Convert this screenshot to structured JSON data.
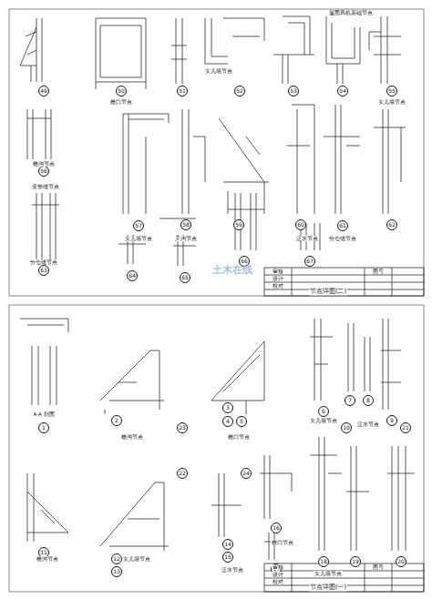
{
  "diagram": {
    "nodes": [
      {
        "text": [
          "49"
        ]
      },
      {
        "text": [
          "50"
        ]
      },
      {
        "text": [
          "51"
        ]
      },
      {
        "text": [
          "52"
        ]
      },
      {
        "text": [
          "53"
        ]
      },
      {
        "text": [
          "54"
        ]
      },
      {
        "text": [
          "55"
        ]
      },
      {
        "text": [
          "56"
        ]
      },
      {
        "text": [
          "57"
        ]
      },
      {
        "text": [
          "58"
        ]
      },
      {
        "text": [
          "59"
        ]
      },
      {
        "text": [
          "60"
        ]
      },
      {
        "text": [
          "61"
        ]
      },
      {
        "text": [
          "62"
        ]
      },
      {
        "text": [
          "63"
        ]
      },
      {
        "text": [
          "64"
        ]
      },
      {
        "text": [
          "65"
        ]
      },
      {
        "text": [
          "66"
        ]
      },
      {
        "text": [
          "67"
        ]
      },
      {
        "text": [
          "1"
        ]
      },
      {
        "text": [
          "2"
        ]
      },
      {
        "text": [
          "3"
        ]
      },
      {
        "text": [
          "4"
        ]
      },
      {
        "text": [
          "5"
        ]
      },
      {
        "text": [
          "6"
        ]
      },
      {
        "text": [
          "7"
        ]
      },
      {
        "text": [
          "8"
        ]
      },
      {
        "text": [
          "9"
        ]
      },
      {
        "text": [
          "10"
        ]
      },
      {
        "text": [
          "11"
        ]
      },
      {
        "text": [
          "12"
        ]
      },
      {
        "text": [
          "13"
        ]
      },
      {
        "text": [
          "14"
        ]
      },
      {
        "text": [
          "15"
        ]
      },
      {
        "text": [
          "16"
        ]
      },
      {
        "text": [
          "17"
        ]
      },
      {
        "text": [
          "18"
        ]
      },
      {
        "text": [
          "19"
        ]
      },
      {
        "text": [
          "20"
        ]
      },
      {
        "text": [
          "21"
        ]
      },
      {
        "text": [
          "22"
        ]
      },
      {
        "text": [
          "23"
        ]
      },
      {
        "text": [
          "24"
        ]
      }
    ],
    "labels": [
      "檐沟节点",
      "变形缝节点",
      "女儿墙节点",
      "屋面风机基础节点",
      "檐口节点",
      "女儿墙节点",
      "分仓缝节点",
      "天沟节点",
      "女儿墙节点",
      "分仓缝节点",
      "泛水节点",
      "审核",
      "设计",
      "校对",
      "图号",
      "节点详图(二)",
      "土木在线",
      "A-A 剖面",
      "檐沟节点",
      "檐口节点",
      "女儿墙节点",
      "泛水节点",
      "檐沟节点",
      "女儿墙节点",
      "泛水节点",
      "檐口节点",
      "女儿墙节点",
      "审核",
      "设计",
      "校对",
      "图号",
      "节点详图(一)"
    ]
  }
}
